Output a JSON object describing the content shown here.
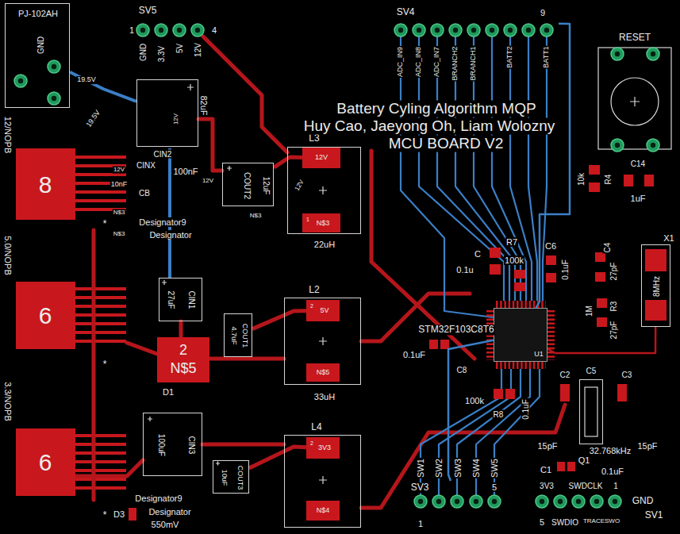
{
  "diagram": {
    "title": "Battery Cyling Algorithm MQP",
    "nodes": [
      {
        "text": [
          "PJ-102AH",
          "GND"
        ]
      },
      {
        "text": [
          "SV5"
        ]
      },
      {
        "text": [
          "SV4"
        ]
      },
      {
        "text": [
          "RESET"
        ]
      },
      {
        "text": [
          "82uF"
        ]
      },
      {
        "text": [
          "8"
        ]
      },
      {
        "text": [
          "COUT2",
          "12uF"
        ]
      },
      {
        "text": [
          "L3",
          "22uH"
        ]
      },
      {
        "text": [
          "12V"
        ],
        "in": 7
      },
      {
        "text": [
          "1",
          "N$3"
        ],
        "in": 7
      },
      {
        "text": [
          "8MHz",
          "X1"
        ]
      },
      {
        "text": [
          "27uF",
          "CIN1"
        ]
      },
      {
        "text": [
          "6"
        ]
      },
      {
        "text": [
          "2",
          "N$5"
        ]
      },
      {
        "text": [
          "4.7uF",
          "COUT1"
        ]
      },
      {
        "text": [
          "L2",
          "33uH"
        ]
      },
      {
        "text": [
          "2",
          "5V"
        ],
        "in": 15
      },
      {
        "text": [
          "N$5"
        ],
        "in": 15
      },
      {
        "text": [
          "U1"
        ]
      },
      {
        "text": [
          "32.768kHz",
          "Q1"
        ]
      },
      {
        "text": [
          "100uF",
          "CIN3"
        ]
      },
      {
        "text": [
          "6"
        ]
      },
      {
        "text": [
          "10uF",
          "COUT3"
        ]
      },
      {
        "text": [
          "L4"
        ]
      },
      {
        "text": [
          "2",
          "3V3"
        ],
        "in": 23
      },
      {
        "text": [
          "N$4"
        ],
        "in": 23
      },
      {
        "text": [
          "SV3"
        ]
      },
      {
        "text": [
          "SV1"
        ]
      }
    ],
    "edges": [
      {
        "from": 0,
        "to": 4,
        "label": "19.5V",
        "arrow": "none"
      },
      {
        "from": 8,
        "to": 6,
        "arrow": "none"
      },
      {
        "from": 16,
        "to": 14,
        "arrow": "none"
      },
      {
        "from": 24,
        "to": 22,
        "arrow": "none"
      },
      {
        "from": 2,
        "to": 18,
        "arrow": "none"
      },
      {
        "from": 26,
        "to": 18,
        "arrow": "none"
      },
      {
        "from": 10,
        "to": 18,
        "arrow": "none"
      }
    ],
    "labels": [
      "19.5V",
      "12/NOPB",
      "5.0/NOPB",
      "3.3/NOPB",
      "1",
      "4",
      "GND",
      "3.3V",
      "5V",
      "12V",
      "12V",
      "CIN2",
      "CINX",
      "100nF",
      "12V",
      "10nF",
      "CB",
      "N$3",
      "N$3",
      "*",
      "12V",
      "N$3",
      "12V",
      "Designator9",
      "Designator",
      "*",
      "D1",
      "*",
      "D3",
      "Designator9",
      "Designator",
      "550mV",
      "ADC_IN9",
      "ADC_IN8",
      "ADC_IN7",
      "BRANCH2",
      "BRANCH1",
      "BATT2",
      "BATT1",
      "9",
      "Huy Cao, Jaeyong Oh, Liam Wolozny",
      "MCU BOARD V2",
      "10k",
      "R4",
      "C14",
      "1uF",
      "C",
      "0.1u",
      "R7",
      "100k",
      "C6",
      "0.1uF",
      "C4",
      "27pF",
      "1M",
      "R3",
      "27pF",
      "STM32F103C8T6",
      "0.1uF",
      "C8",
      "100k",
      "R8",
      "0.1uF",
      "C2",
      "C5",
      "C3",
      "15pF",
      "15pF",
      "C1",
      "0.1uF",
      "SW1",
      "SW2",
      "SW3",
      "SW4",
      "SW5",
      "1",
      "5",
      "3V3",
      "SWDCLK",
      "1",
      "GND",
      "5",
      "SWDIO",
      "TRACESWO"
    ]
  }
}
